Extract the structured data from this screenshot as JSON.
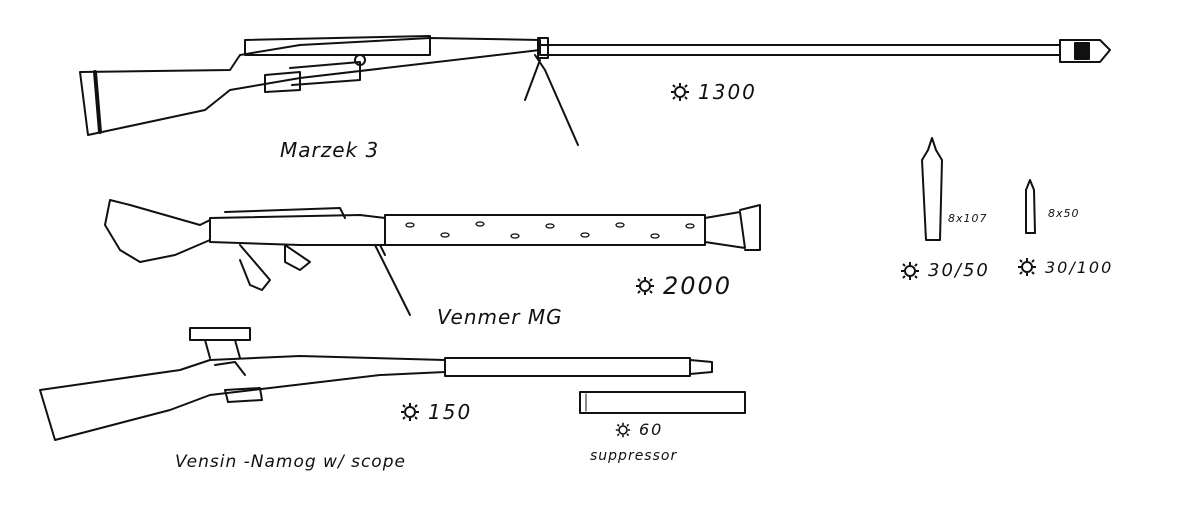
{
  "items": [
    {
      "name": "Marzek 3",
      "price": "1300"
    },
    {
      "name": "Venmer MG",
      "price": "2000"
    },
    {
      "name": "Vensin -Namog w/ scope",
      "price": "150"
    },
    {
      "name": "suppressor",
      "price": "60"
    }
  ],
  "ammo": [
    {
      "caliber": "8x107",
      "price": "30/50"
    },
    {
      "caliber": "8x50",
      "price": "30/100"
    }
  ],
  "icon": "coin-sun-icon",
  "ink_color": "#111111"
}
